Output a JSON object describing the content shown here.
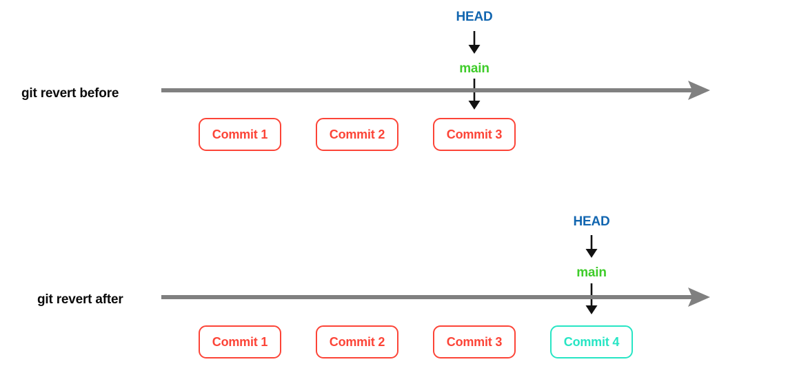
{
  "diagram": {
    "title_hidden": "",
    "colors": {
      "head": "#1266b0",
      "branch": "#3fcc2a",
      "commit_default": "#fc4437",
      "commit_new": "#27e5c4",
      "timeline": "#808080",
      "arrow": "#111111",
      "background": "#ffffff"
    },
    "sections": [
      {
        "label": "git revert before",
        "head_label": "HEAD",
        "branch_label": "main",
        "commits": [
          {
            "label": "Commit 1",
            "state": "existing"
          },
          {
            "label": "Commit 2",
            "state": "existing"
          },
          {
            "label": "Commit 3",
            "state": "existing"
          }
        ],
        "pointer_target": "Commit 3"
      },
      {
        "label": "git revert after",
        "head_label": "HEAD",
        "branch_label": "main",
        "commits": [
          {
            "label": "Commit 1",
            "state": "existing"
          },
          {
            "label": "Commit 2",
            "state": "existing"
          },
          {
            "label": "Commit 3",
            "state": "existing"
          },
          {
            "label": "Commit 4",
            "state": "new"
          }
        ],
        "pointer_target": "Commit 4"
      }
    ]
  }
}
